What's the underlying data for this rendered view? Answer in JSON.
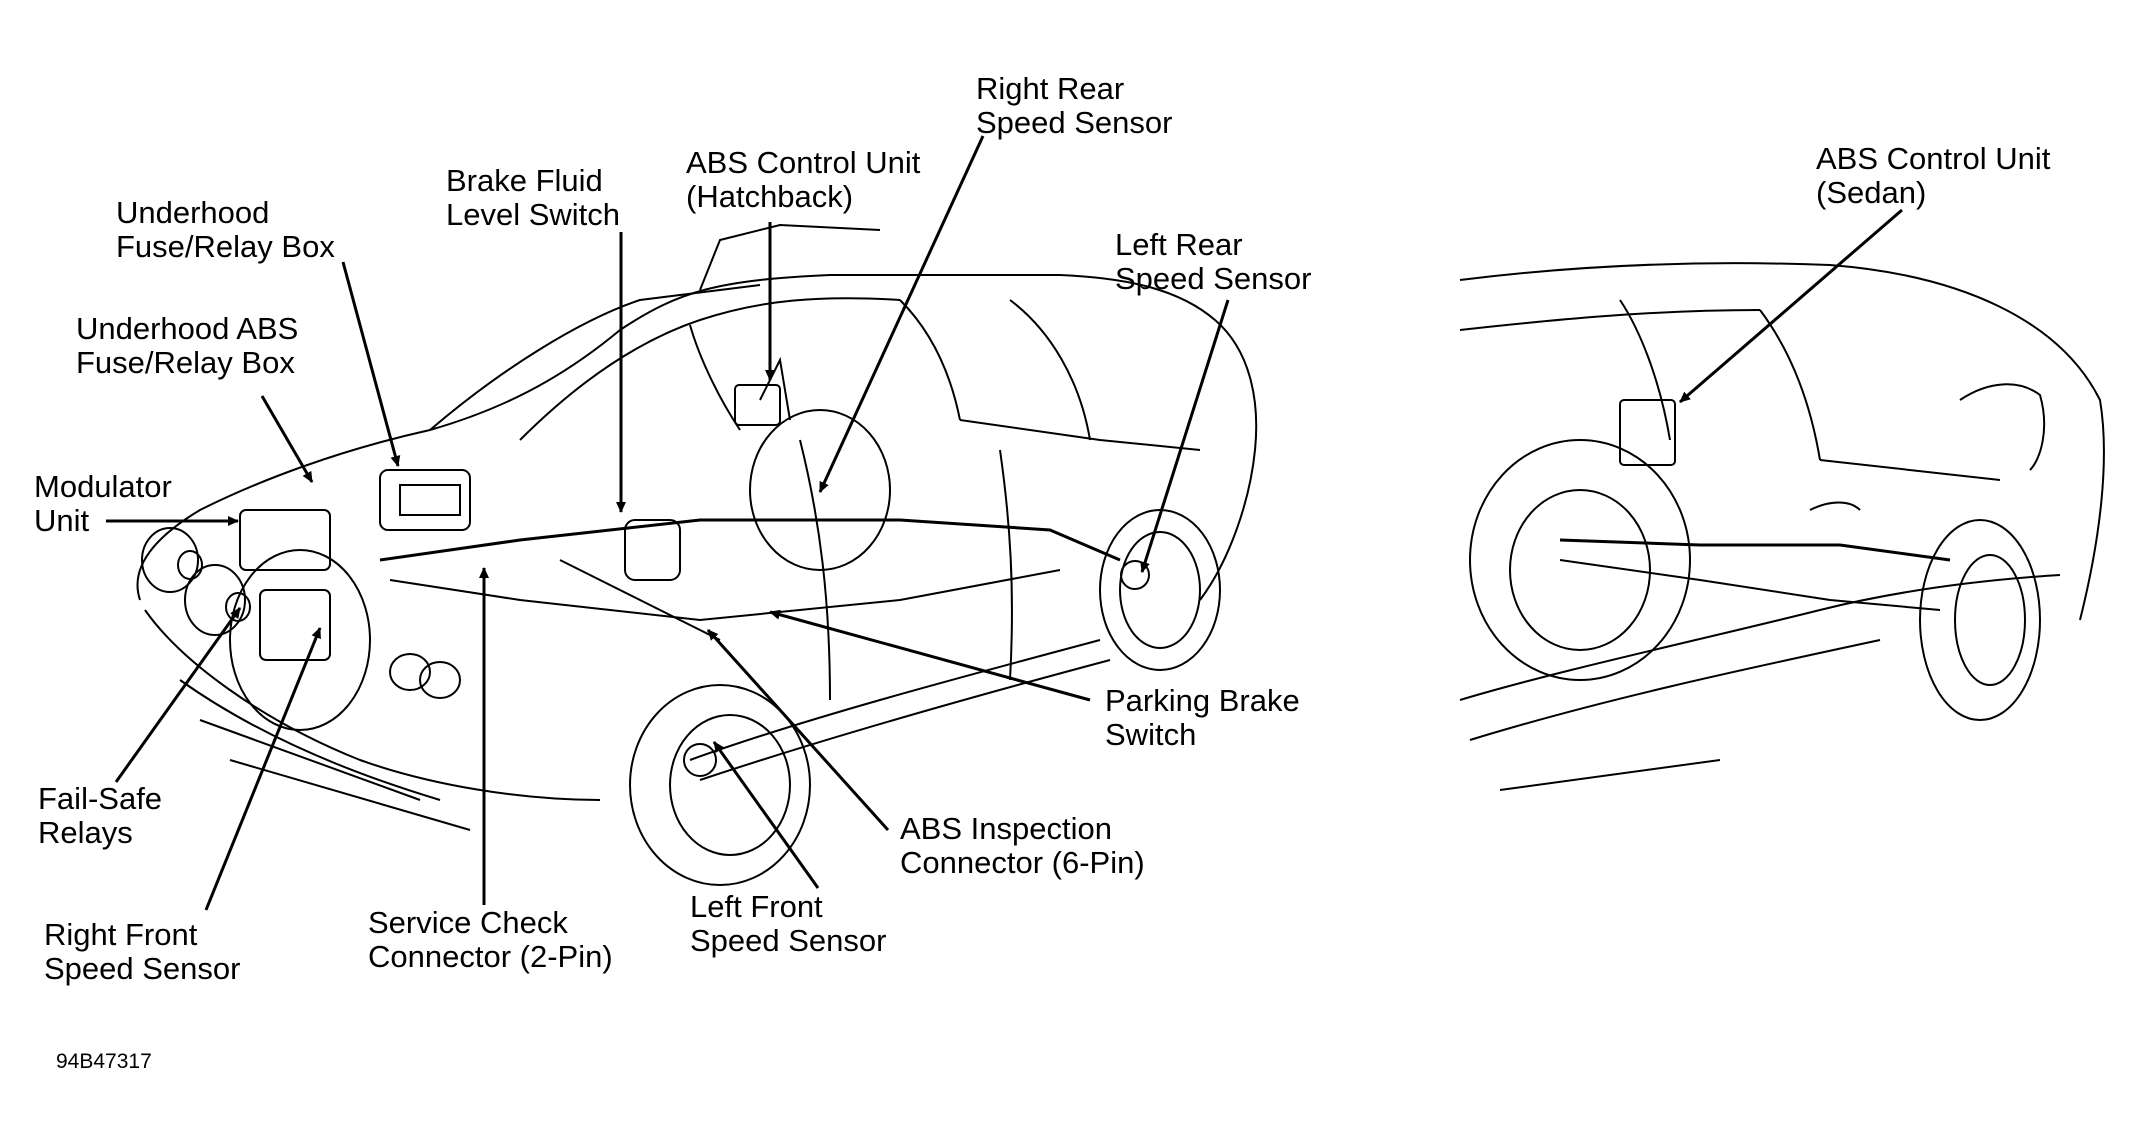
{
  "colors": {
    "ink": "#000000",
    "background": "#ffffff"
  },
  "labels": {
    "modulator_unit": [
      "Modulator",
      "Unit"
    ],
    "underhood_abs_box": [
      "Underhood ABS",
      "Fuse/Relay Box"
    ],
    "underhood_fuse_box": [
      "Underhood",
      "Fuse/Relay Box"
    ],
    "brake_fluid_switch": [
      "Brake Fluid",
      "Level Switch"
    ],
    "abs_control_hatchback": [
      "ABS Control Unit",
      "(Hatchback)"
    ],
    "right_rear_sensor": [
      "Right Rear",
      "Speed Sensor"
    ],
    "left_rear_sensor": [
      "Left Rear",
      "Speed Sensor"
    ],
    "abs_control_sedan": [
      "ABS Control Unit",
      "(Sedan)"
    ],
    "parking_brake_switch": [
      "Parking Brake",
      "Switch"
    ],
    "abs_inspection_connector": [
      "ABS Inspection",
      "Connector (6-Pin)"
    ],
    "left_front_sensor": [
      "Left Front",
      "Speed Sensor"
    ],
    "service_check_connector": [
      "Service Check",
      "Connector (2-Pin)"
    ],
    "right_front_sensor": [
      "Right Front",
      "Speed Sensor"
    ],
    "fail_safe_relays": [
      "Fail-Safe",
      "Relays"
    ]
  },
  "figure_code": "94B47317"
}
